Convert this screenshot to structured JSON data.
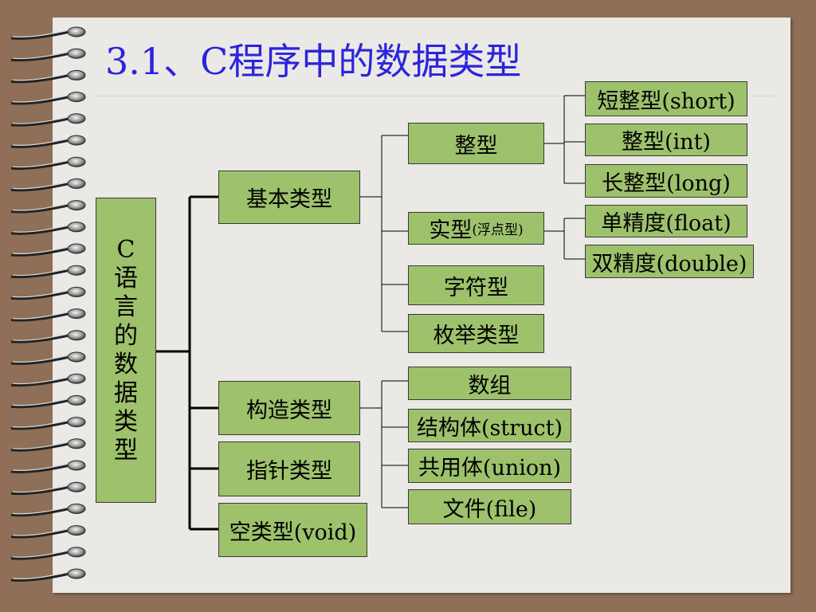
{
  "slide": {
    "title": "3.1、C程序中的数据类型"
  },
  "diagram": {
    "root": {
      "chars": [
        "C",
        "语",
        "言",
        "的",
        "数",
        "据",
        "类",
        "型"
      ]
    },
    "basic": "基本类型",
    "integer": "整型",
    "real": "实型",
    "real_note": "(浮点型)",
    "char": "字符型",
    "enum": "枚举类型",
    "short": "短整型(short)",
    "int": "整型(int)",
    "long": "长整型(long)",
    "float": "单精度(float)",
    "double": "双精度(double)",
    "constructed": "构造类型",
    "array": "数组",
    "struct": "结构体(struct)",
    "union": "共用体(union)",
    "file": "文件(file)",
    "pointer": "指针类型",
    "void": "空类型(void)"
  },
  "colors": {
    "background": "#8f6f58",
    "paper": "#ebe9e5",
    "title": "#2b24dd",
    "node_fill": "#9ec16c",
    "node_border": "#3a3a3a"
  }
}
